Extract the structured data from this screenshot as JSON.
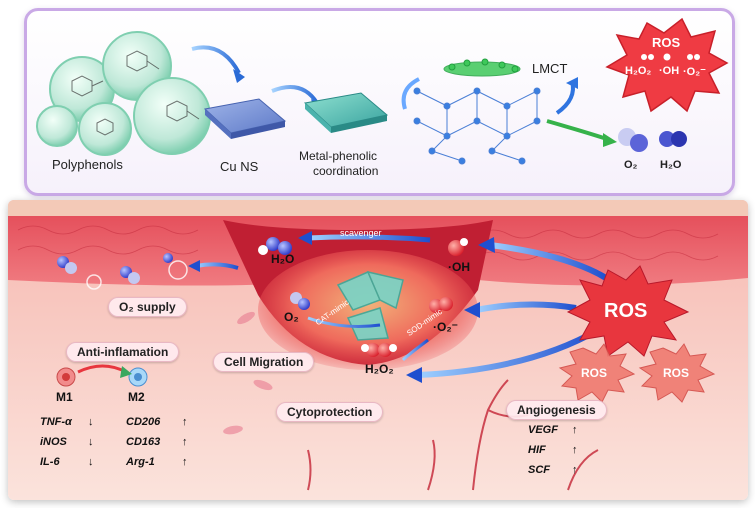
{
  "top_panel": {
    "polyphenols_label": "Polyphenols",
    "cu_ns_label": "Cu NS",
    "coordination_label_line1": "Metal-phenolic",
    "coordination_label_line2": "coordination",
    "lmct_label": "LMCT",
    "ros_burst": {
      "title": "ROS",
      "species_h2o2": "H₂O₂",
      "species_oh": "·OH",
      "species_o2": "·O₂⁻"
    },
    "product_o2": "O₂",
    "product_h2o": "H₂O"
  },
  "bottom_panel": {
    "h2o_top": "H₂O",
    "scavenger_label": "scavenger",
    "oh_label": "·OH",
    "o2_supply_label": "O₂ supply",
    "o2_label": "O₂",
    "cat_mimic_label": "CAT-mimic",
    "sod_mimic_label": "SOD-mimic",
    "superoxide_label": "·O₂⁻",
    "h2o2_label": "H₂O₂",
    "ros_big": "ROS",
    "ros_small_1": "ROS",
    "ros_small_2": "ROS",
    "anti_inflammation": {
      "title": "Anti-inflamation",
      "m1": "M1",
      "m2": "M2",
      "down_markers": [
        "TNF-α",
        "iNOS",
        "IL-6"
      ],
      "up_markers": [
        "CD206",
        "CD163",
        "Arg-1"
      ],
      "down_arrow": "↓",
      "up_arrow": "↑"
    },
    "cell_migration": "Cell Migration",
    "cytoprotection": "Cytoprotection",
    "angiogenesis": {
      "title": "Angiogenesis",
      "markers": [
        "VEGF",
        "HIF",
        "SCF"
      ],
      "up_arrow": "↑"
    }
  },
  "colors": {
    "frame_purple": "#c9a9e6",
    "tissue_red": "#e0404f",
    "skin_pink": "#f7c9c3",
    "arrow_blue": "#3a6fd8",
    "ros_red": "#e8363e"
  }
}
